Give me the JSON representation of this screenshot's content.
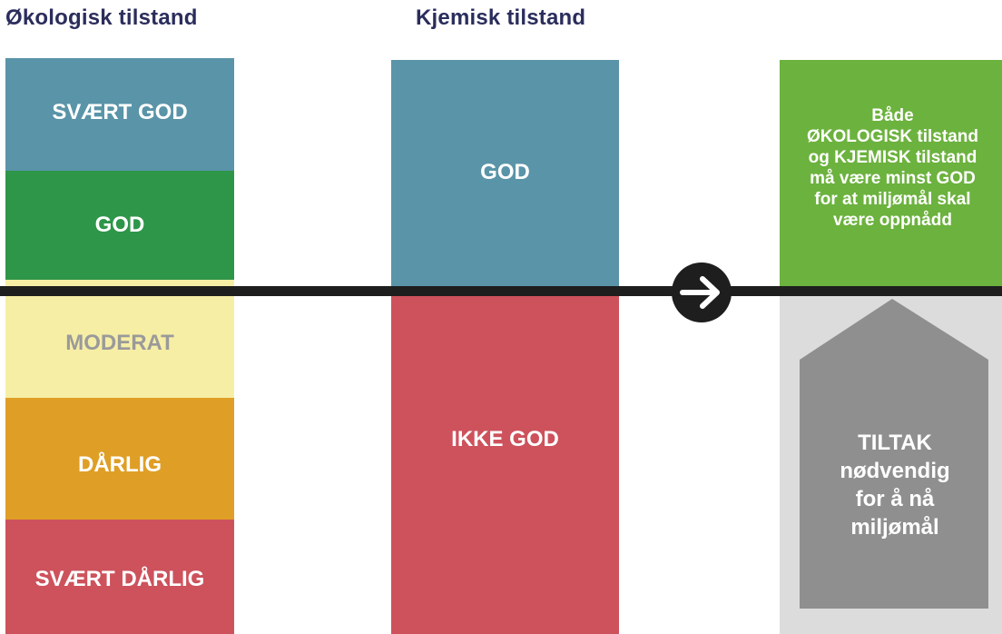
{
  "headings": {
    "ecological": "Økologisk tilstand",
    "chemical": "Kjemisk tilstand"
  },
  "ecological_classes": [
    {
      "label": "SVÆRT GOD",
      "color": "#5a94a8",
      "text_color": "#ffffff"
    },
    {
      "label": "GOD",
      "color": "#2e9649",
      "text_color": "#ffffff"
    },
    {
      "label": "MODERAT",
      "color": "#f6eea5",
      "text_color": "#9a9a9a"
    },
    {
      "label": "DÅRLIG",
      "color": "#df9f26",
      "text_color": "#ffffff"
    },
    {
      "label": "SVÆRT DÅRLIG",
      "color": "#cd525c",
      "text_color": "#ffffff"
    }
  ],
  "chemical_classes": [
    {
      "label": "GOD",
      "color": "#5a94a8",
      "text_color": "#ffffff"
    },
    {
      "label": "IKKE GOD",
      "color": "#cd525c",
      "text_color": "#ffffff"
    }
  ],
  "goal": {
    "text": "Både\nØKOLOGISK tilstand\nog KJEMISK tilstand\nmå være minst GOD\nfor at miljømål skal\nvære oppnådd",
    "color": "#6cb23e"
  },
  "measures": {
    "text": "TILTAK\nnødvendig\nfor å nå\nmiljømål",
    "background": "#dcdcdc",
    "shape_color": "#8f8f8f"
  },
  "arrow": {
    "icon": "arrow-right-circle-icon"
  }
}
